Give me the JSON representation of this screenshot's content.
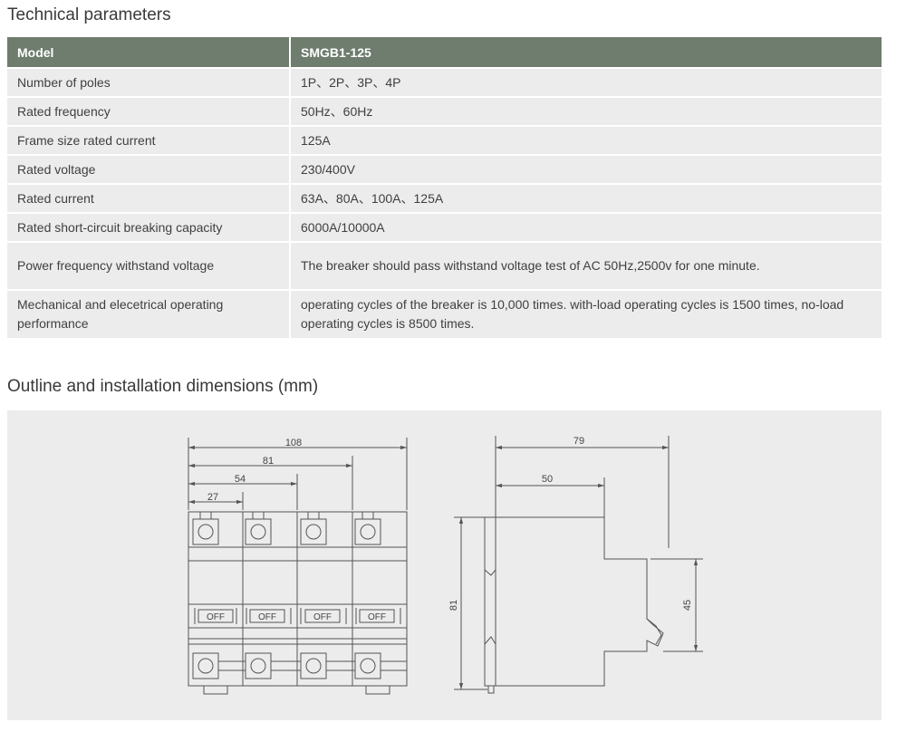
{
  "sections": {
    "technical_title": "Technical parameters",
    "outline_title": "Outline and installation dimensions (mm)"
  },
  "table": {
    "header": {
      "label": "Model",
      "value": "SMGB1-125"
    },
    "rows": [
      {
        "label": "Number of poles",
        "value": "1P、2P、3P、4P"
      },
      {
        "label": "Rated frequency",
        "value": "50Hz、60Hz"
      },
      {
        "label": "Frame size rated current",
        "value": "125A"
      },
      {
        "label": "Rated voltage",
        "value": "230/400V"
      },
      {
        "label": "Rated current",
        "value": "63A、80A、100A、125A"
      },
      {
        "label": "Rated short-circuit breaking capacity",
        "value": "6000A/10000A"
      },
      {
        "label": "Power frequency withstand voltage",
        "value": "The breaker should pass withstand voltage test of AC 50Hz,2500v for one minute."
      },
      {
        "label": "Mechanical and elecetrical operating performance",
        "value": "operating cycles of the breaker is 10,000 times. with-load operating cycles is 1500 times, no-load operating cycles is 8500 times."
      }
    ]
  },
  "diagram": {
    "front": {
      "dim_108": "108",
      "dim_81": "81",
      "dim_54": "54",
      "dim_27": "27",
      "off_label": "OFF"
    },
    "side": {
      "dim_79": "79",
      "dim_50": "50",
      "dim_81": "81",
      "dim_45": "45"
    },
    "line_color": "#555555"
  }
}
